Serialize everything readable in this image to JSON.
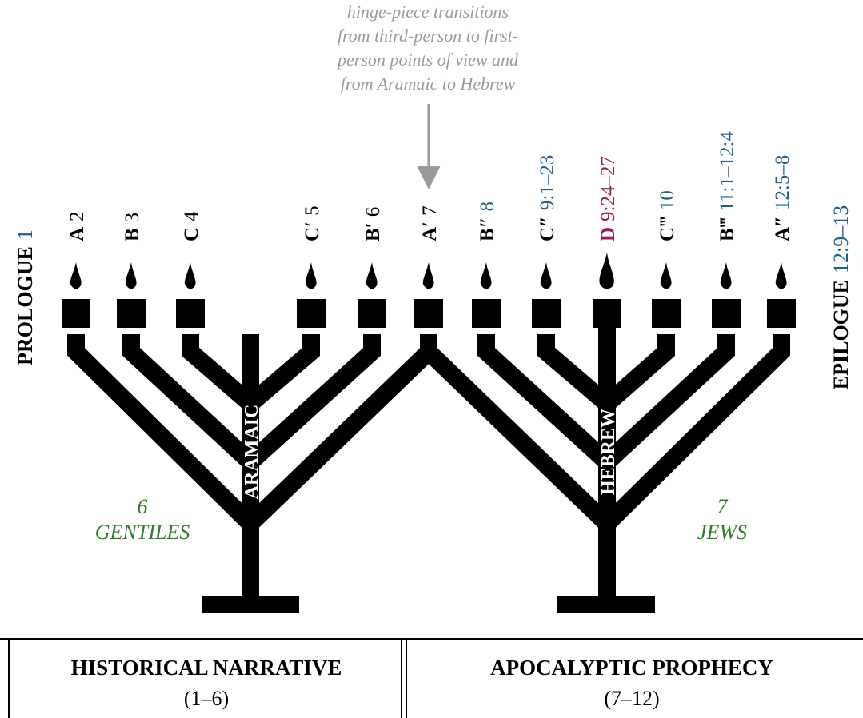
{
  "annotation": {
    "lines": [
      "hinge-piece transitions",
      "from third-person to first-",
      "person points of view and",
      "from Aramaic to Hebrew"
    ]
  },
  "prologue": {
    "label": "PROLOGUE",
    "ref": "1"
  },
  "epilogue": {
    "label": "EPILOGUE",
    "ref": "12:9–13"
  },
  "candles": [
    {
      "label": "A",
      "ref": "2",
      "ref_color": "black"
    },
    {
      "label": "B",
      "ref": "3",
      "ref_color": "black"
    },
    {
      "label": "C",
      "ref": "4",
      "ref_color": "black"
    },
    {
      "label": "C′",
      "ref": "5",
      "ref_color": "black"
    },
    {
      "label": "B′",
      "ref": "6",
      "ref_color": "black"
    },
    {
      "label": "A′",
      "ref": "7",
      "ref_color": "black"
    },
    {
      "label": "B″",
      "ref": "8",
      "ref_color": "blue"
    },
    {
      "label": "C″",
      "ref": "9:1–23",
      "ref_color": "blue"
    },
    {
      "label": "D",
      "ref": "9:24–27",
      "ref_color": "purple",
      "highlight": true
    },
    {
      "label": "C‴",
      "ref": "10",
      "ref_color": "blue"
    },
    {
      "label": "B‴",
      "ref": "11:1–12:4",
      "ref_color": "blue"
    },
    {
      "label": "A″",
      "ref": "12:5–8",
      "ref_color": "blue"
    }
  ],
  "stems": {
    "left": "ARAMAIC",
    "right": "HEBREW"
  },
  "groups": {
    "left": {
      "number": "6",
      "label": "GENTILES"
    },
    "right": {
      "number": "7",
      "label": "JEWS"
    }
  },
  "sections": [
    {
      "title": "HISTORICAL NARRATIVE",
      "range": "(1–6)"
    },
    {
      "title": "APOCALYPTIC PROPHECY",
      "range": "(7–12)"
    }
  ],
  "colors": {
    "ink": "#000000",
    "blue": "#1d5f86",
    "purple": "#9b1b5a",
    "green": "#2f7d2a",
    "note": "#9a9a9a"
  }
}
